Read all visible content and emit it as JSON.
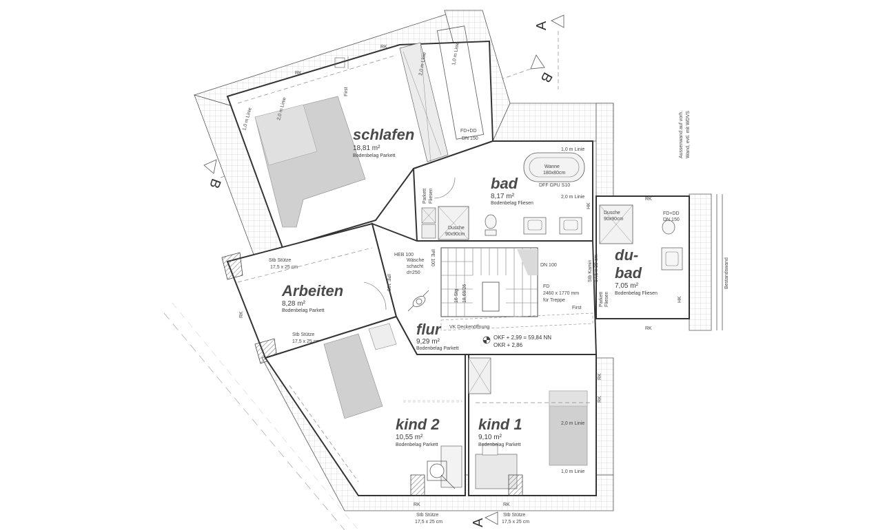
{
  "rooms": {
    "schlafen": {
      "name": "schlafen",
      "area": "18,81 m²",
      "floor": "Bodenbelag Parkett"
    },
    "bad": {
      "name": "bad",
      "area": "8,17 m²",
      "floor": "Bodenbelag Fliesen"
    },
    "dubad": {
      "name1": "du-",
      "name2": "bad",
      "area": "7,05 m²",
      "floor": "Bodenbelag Fliesen"
    },
    "arbeiten": {
      "name": "Arbeiten",
      "area": "8,28 m²",
      "floor": "Bodenbelag Parkett"
    },
    "flur": {
      "name": "flur",
      "area": "9,29 m²",
      "floor": "Bodenbelag Parkett"
    },
    "kind2": {
      "name": "kind 2",
      "area": "10,55 m²",
      "floor": "Bodenbelag Parkett"
    },
    "kind1": {
      "name": "kind 1",
      "area": "9,10 m²",
      "floor": "Bodenbelag Parkett"
    }
  },
  "labels": {
    "rk": "RK",
    "first": "First",
    "line_1m": "1,0 m Linie",
    "line_2m": "2,0 m Linie",
    "fd_dd": "FD+DD",
    "dn150": "DN 150",
    "wanne": "Wanne",
    "wanne_size": "180x80cm",
    "dff": "DFF GPU S10",
    "dusche": "Dusche",
    "dusche_size": "90x90cm",
    "parkett": "Parkett",
    "fliesen": "Fliesen",
    "hk": "HK",
    "heb100": "HEB 100",
    "ipe100": "IPE 100",
    "dn100": "DN 100",
    "waesche1": "Wäsche",
    "waesche2": "schacht",
    "waesche3": "d=250",
    "stb_stuetze": "Stb Stütze",
    "stuetze_size": "17,5 x 25 cm",
    "stb_kamin": "Stb Kamin",
    "kamin_size": "17,5 x 30 cm",
    "stg": "16 Stg",
    "stg_size": "18,69/26",
    "fd": "FD",
    "fd_size": "2460 x 1770 mm",
    "fd_for": "für Treppe",
    "deckenoeffnung": "VK Deckenöffnung",
    "okf": "OKF  + 2,99 = 59,84 NN",
    "okr": "OKR  + 2,86",
    "aussenwand1": "Aussenwand auf vorh.",
    "aussenwand2": "Wand, evtl. mit WDVS",
    "bestandswand": "Bestandswand",
    "sec_a": "A",
    "sec_b": "B"
  }
}
